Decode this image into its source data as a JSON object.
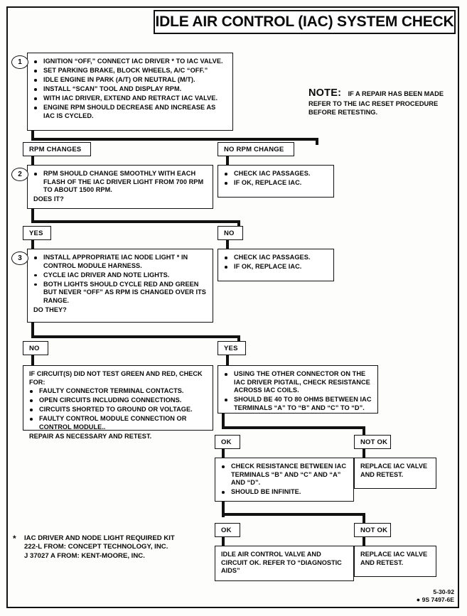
{
  "document": {
    "title": "IDLE AIR CONTROL (IAC) SYSTEM CHECK",
    "footnote": {
      "marker": "*",
      "line1": "IAC DRIVER AND NODE LIGHT REQUIRED KIT",
      "line2": "222-L FROM:  CONCEPT TECHNOLOGY, INC.",
      "line3": "J 37027 A FROM:  KENT-MOORE, INC."
    },
    "stamp": {
      "date": "5-30-92",
      "code": "9S 7497-6E",
      "bullet": "●"
    }
  },
  "note": {
    "heading": "NOTE:",
    "line1": "IF A REPAIR HAS BEEN MADE",
    "line2": "REFER TO THE IAC RESET PROCEDURE",
    "line3": "BEFORE RETESTING."
  },
  "steps": {
    "one": {
      "number": "1",
      "items": [
        "IGNITION “OFF,” CONNECT IAC DRIVER * TO IAC VALVE.",
        "SET PARKING BRAKE, BLOCK WHEELS, A/C “OFF.”",
        "IDLE ENGINE IN PARK (A/T) OR NEUTRAL (M/T).",
        "INSTALL “SCAN” TOOL AND DISPLAY RPM.",
        "WITH IAC DRIVER, EXTEND AND RETRACT IAC VALVE.",
        "ENGINE RPM SHOULD DECREASE AND INCREASE AS IAC IS CYCLED."
      ]
    },
    "two": {
      "number": "2",
      "items": [
        "RPM SHOULD CHANGE SMOOTHLY WITH EACH FLASH OF THE IAC DRIVER LIGHT FROM 700 RPM TO ABOUT 1500 RPM."
      ],
      "question": "DOES IT?"
    },
    "three": {
      "number": "3",
      "items": [
        "INSTALL APPROPRIATE IAC NODE LIGHT * IN CONTROL MODULE HARNESS.",
        "CYCLE IAC DRIVER AND NOTE LIGHTS.",
        "BOTH LIGHTS SHOULD CYCLE RED AND GREEN BUT NEVER “OFF” AS RPM IS CHANGED OVER ITS RANGE."
      ],
      "question": "DO THEY?"
    }
  },
  "branch_labels": {
    "rpm_changes": "RPM CHANGES",
    "no_rpm_change": "NO RPM CHANGE",
    "yes_1": "YES",
    "no_1": "NO",
    "no_2": "NO",
    "yes_2": "YES",
    "ok_1": "OK",
    "not_ok_1": "NOT OK",
    "ok_2": "OK",
    "not_ok_2": "NOT OK"
  },
  "boxes": {
    "check_passages_1": {
      "items": [
        "CHECK IAC PASSAGES.",
        "IF OK, REPLACE IAC."
      ]
    },
    "check_passages_2": {
      "items": [
        "CHECK IAC PASSAGES.",
        "IF OK, REPLACE IAC."
      ]
    },
    "circuit_fail": {
      "intro": "IF CIRCUIT(S) DID NOT TEST GREEN AND RED, CHECK FOR:",
      "items": [
        "FAULTY CONNECTOR TERMINAL CONTACTS.",
        "OPEN CIRCUITS INCLUDING CONNECTIONS.",
        "CIRCUITS SHORTED TO GROUND OR VOLTAGE.",
        "FAULTY CONTROL MODULE CONNECTION OR CONTROL MODULE.."
      ],
      "closing": "REPAIR AS NECESSARY AND RETEST."
    },
    "coil_resistance": {
      "items": [
        "USING THE OTHER CONNECTOR ON THE IAC DRIVER PIGTAIL, CHECK RESISTANCE ACROSS IAC COILS.",
        "SHOULD BE 40 TO 80 OHMS BETWEEN IAC TERMINALS “A” TO “B” AND “C” TO “D”."
      ]
    },
    "replace_valve_1": {
      "line1": "REPLACE IAC VALVE",
      "line2": "AND RETEST."
    },
    "infinite_check": {
      "items": [
        "CHECK RESISTANCE BETWEEN IAC TERMINALS “B” AND “C” AND “A” AND “D”.",
        "SHOULD BE INFINITE."
      ]
    },
    "replace_valve_2": {
      "line1": "REPLACE IAC VALVE",
      "line2": "AND RETEST."
    },
    "diagnostic_aids": {
      "line1": "IDLE AIR CONTROL VALVE AND",
      "line2": "CIRCUIT OK.  REFER TO “DIAGNOSTIC",
      "line3": "AIDS”"
    }
  }
}
